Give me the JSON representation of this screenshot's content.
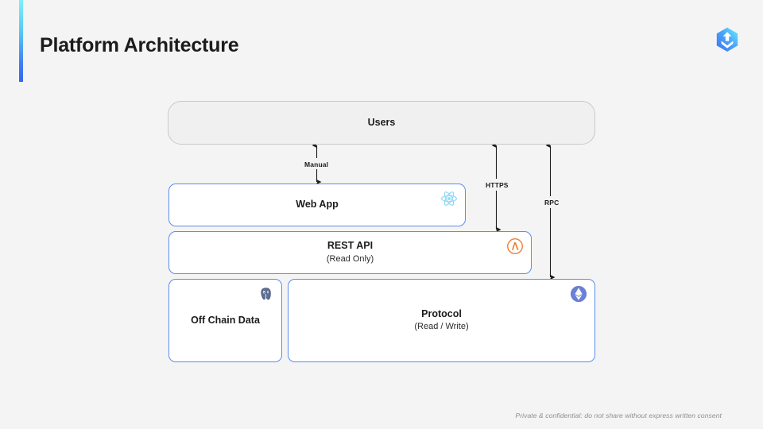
{
  "header": {
    "title": "Platform Architecture",
    "logo_icon": "hexagon-stack-logo"
  },
  "diagram": {
    "nodes": [
      {
        "id": "users",
        "title": "Users",
        "subtitle": "",
        "badge_icon": "",
        "style": "pill-gray"
      },
      {
        "id": "webapp",
        "title": "Web App",
        "subtitle": "",
        "badge_icon": "react-icon",
        "style": "card-blue"
      },
      {
        "id": "restapi",
        "title": "REST API",
        "subtitle": "(Read Only)",
        "badge_icon": "aws-lambda-icon",
        "style": "card-blue"
      },
      {
        "id": "offchain",
        "title": "Off Chain Data",
        "subtitle": "",
        "badge_icon": "postgresql-icon",
        "style": "card-blue"
      },
      {
        "id": "protocol",
        "title": "Protocol",
        "subtitle": "(Read / Write)",
        "badge_icon": "ethereum-icon",
        "style": "card-blue"
      }
    ],
    "edges": [
      {
        "id": "manual",
        "label": "Manual",
        "from": "users",
        "to": "webapp",
        "direction": "bidirectional"
      },
      {
        "id": "https",
        "label": "HTTPS",
        "from": "users",
        "to": "restapi",
        "direction": "bidirectional"
      },
      {
        "id": "rpc",
        "label": "RPC",
        "from": "users",
        "to": "protocol",
        "direction": "bidirectional"
      }
    ]
  },
  "footer": {
    "note": "Private & confidential: do not share without express written consent"
  },
  "colors": {
    "background": "#f4f4f4",
    "node_border": "#5b8df0",
    "users_border": "#c9c9c9",
    "users_fill": "#f0f0f0",
    "accent_top": "#7ff0f5",
    "accent_bottom": "#3566ee",
    "react": "#61dafb",
    "lambda": "#ed7d31",
    "postgres": "#5e6f94",
    "ethereum": "#6b7fd7",
    "text": "#1c1c1c",
    "footer_text": "#8e8e8e"
  }
}
